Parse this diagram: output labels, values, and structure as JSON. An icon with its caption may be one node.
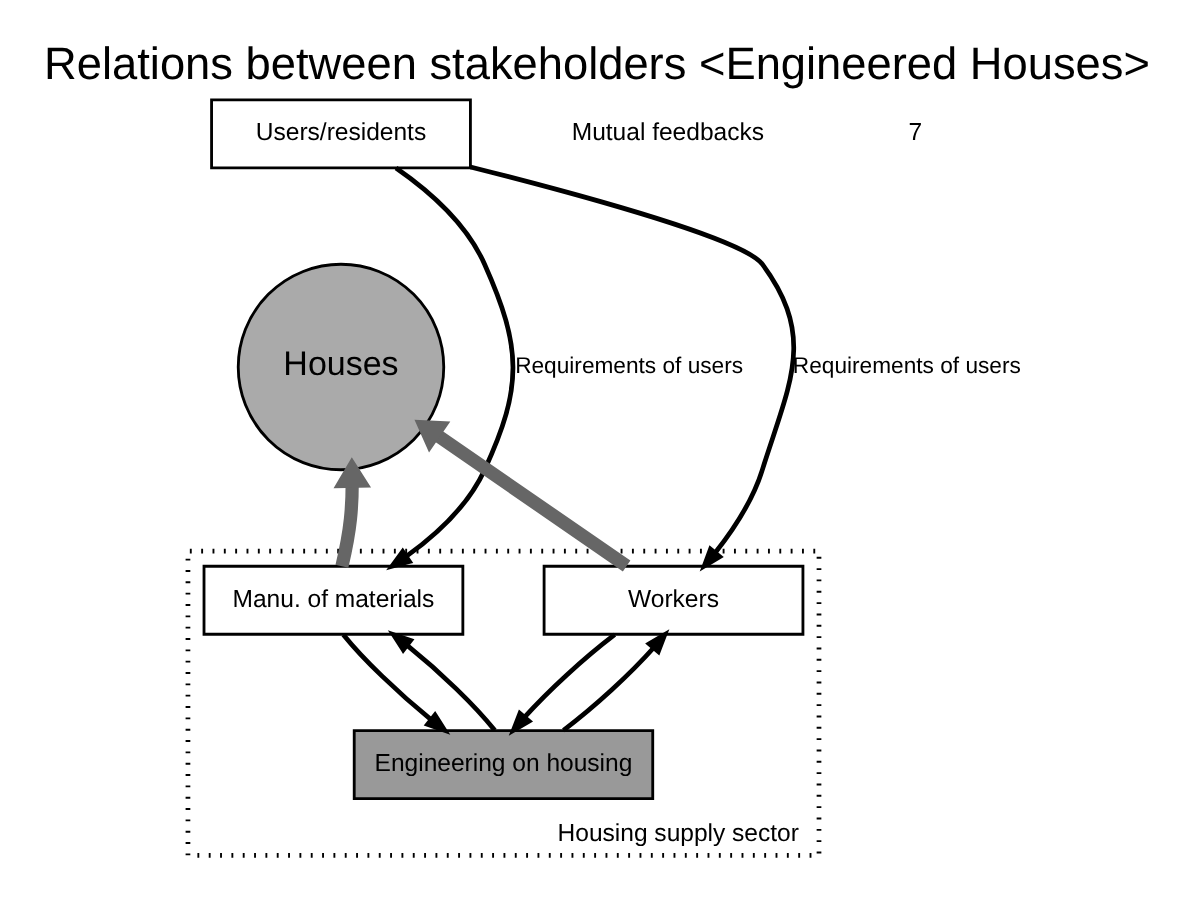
{
  "diagram": {
    "title": "Relations between stakeholders <Engineered Houses>",
    "nodes": [
      {
        "text": [
          "Users/residents"
        ]
      },
      {
        "text": [
          "Houses"
        ]
      },
      {
        "text": [
          "Housing supply sector"
        ]
      },
      {
        "text": [
          "Manu. of materials"
        ],
        "in": 2
      },
      {
        "text": [
          "Workers"
        ],
        "in": 2
      },
      {
        "text": [
          "Engineering on housing"
        ],
        "in": 2
      }
    ],
    "edges": [
      {
        "from": 0,
        "to": 3,
        "arrow": "to",
        "label": "Requirements of users"
      },
      {
        "from": 0,
        "to": 4,
        "arrow": "to",
        "label": "Requirements of users"
      },
      {
        "from": 3,
        "to": 1,
        "arrow": "to",
        "style": "thick",
        "color": "#666666"
      },
      {
        "from": 4,
        "to": 1,
        "arrow": "to",
        "style": "thick",
        "color": "#666666"
      },
      {
        "from": 5,
        "to": 3,
        "arrow": "to"
      },
      {
        "from": 3,
        "to": 5,
        "arrow": "to"
      },
      {
        "from": 4,
        "to": 5,
        "arrow": "to"
      },
      {
        "from": 5,
        "to": 4,
        "arrow": "to"
      }
    ],
    "labels": [
      "Mutual feedbacks",
      "7"
    ]
  }
}
